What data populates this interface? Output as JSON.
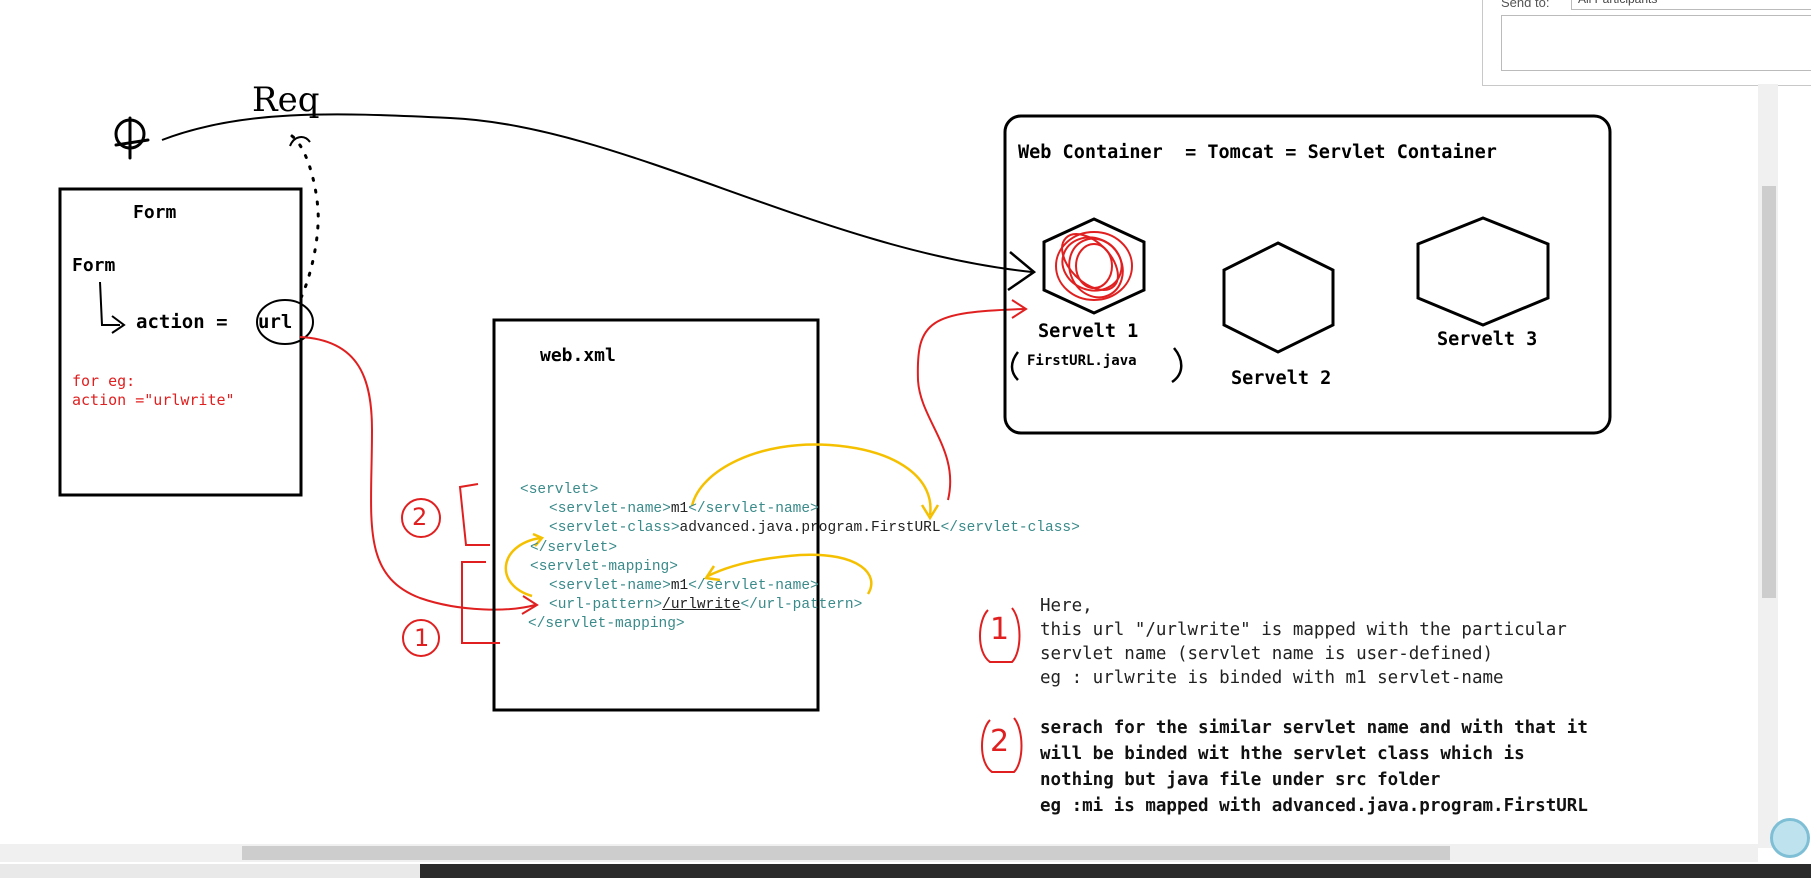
{
  "chat_panel": {
    "send_to_label": "Send to:",
    "send_to_value": "All Participants"
  },
  "form_box": {
    "title": "Form",
    "tag": "Form",
    "action_label": "action =",
    "url_label": "url",
    "example_line1": "for eg:",
    "example_line2": "action =\"urlwrite\""
  },
  "user_request": {
    "label": "Req"
  },
  "webxml": {
    "title": "web.xml",
    "lines": [
      {
        "open": "<servlet>",
        "value": "",
        "close": ""
      },
      {
        "open": "<servlet-name>",
        "value": "m1",
        "close": "</servlet-name>"
      },
      {
        "open": "<servlet-class>",
        "value": "advanced.java.program.FirstURL",
        "close": "</servlet-class>"
      },
      {
        "open": "</servlet>",
        "value": "",
        "close": ""
      },
      {
        "open": "<servlet-mapping>",
        "value": "",
        "close": ""
      },
      {
        "open": "<servlet-name>",
        "value": "m1",
        "close": "</servlet-name>"
      },
      {
        "open": "<url-pattern>",
        "value": "/urlwrite",
        "close": "</url-pattern>"
      },
      {
        "open": "</servlet-mapping>",
        "value": "",
        "close": ""
      }
    ]
  },
  "markers": {
    "one": "1",
    "two": "2"
  },
  "container": {
    "title": "Web Container  = Tomcat = Servlet Container",
    "servlet1": "Servelt 1",
    "servlet1_file": "FirstURL.java",
    "servlet2": "Servelt 2",
    "servlet3": "Servelt 3"
  },
  "notes": {
    "note1": [
      "Here,",
      "this url \"/urlwrite\" is mapped with the particular",
      "servlet name (servlet name is user-defined)",
      "eg : urlwrite is binded with m1 servlet-name"
    ],
    "note2": [
      "serach for the similar servlet name and with that it",
      "will be binded wit hthe servlet class which is",
      "nothing but java file under src folder",
      "eg :mi is mapped with advanced.java.program.FirstURL"
    ]
  },
  "colors": {
    "ink": "#000000",
    "red": "#e02020",
    "yellow": "#f5c000",
    "xml_tag": "#3a8a8a"
  }
}
